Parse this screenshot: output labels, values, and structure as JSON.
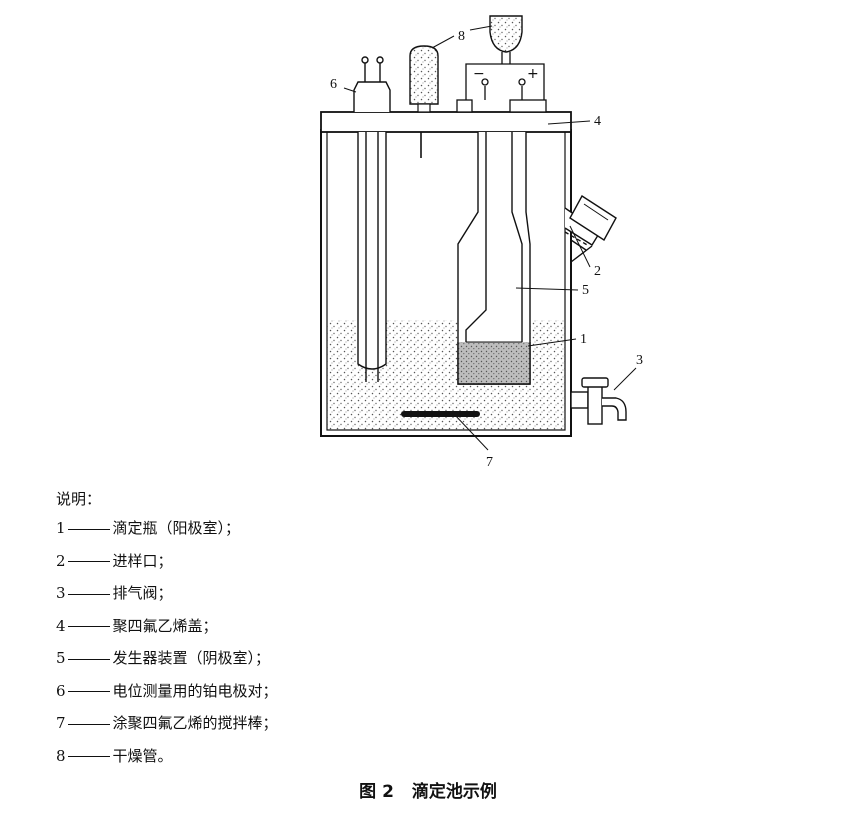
{
  "diagram": {
    "callouts": [
      "1",
      "2",
      "3",
      "4",
      "5",
      "6",
      "7",
      "8"
    ],
    "polarity": {
      "negative": "−",
      "positive": "+"
    }
  },
  "legend": {
    "title": "说明：",
    "items": [
      {
        "num": "1",
        "text": "滴定瓶（阳极室）；"
      },
      {
        "num": "2",
        "text": "进样口；"
      },
      {
        "num": "3",
        "text": "排气阀；"
      },
      {
        "num": "4",
        "text": "聚四氟乙烯盖；"
      },
      {
        "num": "5",
        "text": "发生器装置（阴极室）；"
      },
      {
        "num": "6",
        "text": "电位测量用的铂电极对；"
      },
      {
        "num": "7",
        "text": "涂聚四氟乙烯的搅拌棒；"
      },
      {
        "num": "8",
        "text": "干燥管。"
      }
    ]
  },
  "caption": {
    "figure": "图 2",
    "title": "滴定池示例"
  }
}
